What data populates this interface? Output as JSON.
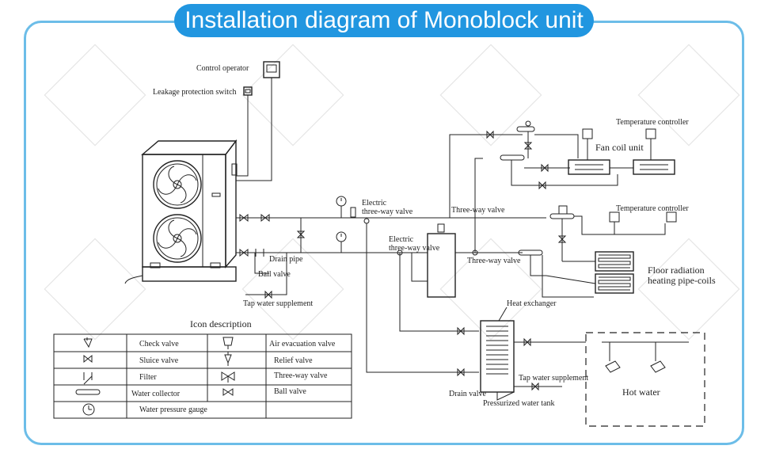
{
  "title": "Installation diagram of Monoblock unit",
  "labels": {
    "control_operator": "Control operator",
    "leakage_switch": "Leakage protection switch",
    "electric_valve_1": "Electric",
    "electric_valve_1b": "three-way valve",
    "electric_valve_2": "Electric",
    "electric_valve_2b": "three-way valve",
    "three_way_top": "Three-way valve",
    "three_way_mid": "Three-way valve",
    "fan_coil": "Fan coil unit",
    "temp_ctrl_1": "Temperature controller",
    "temp_ctrl_2": "Temperature controller",
    "floor_1": "Floor radiation",
    "floor_2": "heating pipe-coils",
    "drain_pipe": "Drain pipe",
    "ball_valve": "Ball valve",
    "tap_supplement_1": "Tap water supplement",
    "heat_exchanger": "Heat exchanger",
    "tap_supplement_2": "Tap water supplement",
    "drain_valve": "Drain valve",
    "pressurized_tank": "Pressurized water tank",
    "hot_water": "Hot water"
  },
  "legend": {
    "title": "Icon description",
    "rows": [
      {
        "left": "Check valve",
        "right": "Air evacuation valve"
      },
      {
        "left": "Sluice valve",
        "right": "Relief valve"
      },
      {
        "left": "Filter",
        "right": "Three-way valve"
      },
      {
        "left": "Water collector",
        "right": "Ball valve"
      },
      {
        "left": "Water pressure gauge",
        "right": ""
      }
    ]
  },
  "colors": {
    "frame": "#6cbde8",
    "title_bg": "#2196e0",
    "line": "#222222"
  }
}
